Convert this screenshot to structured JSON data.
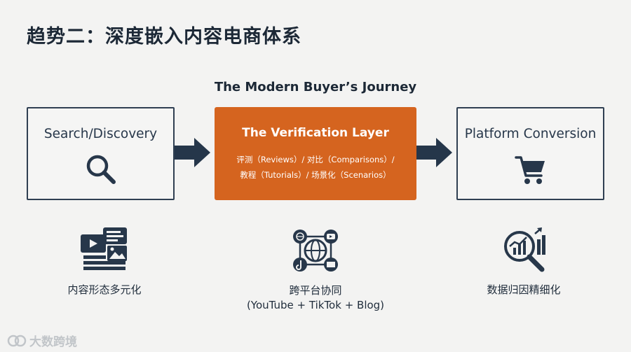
{
  "slide_title": "趋势二：深度嵌入内容电商体系",
  "journey_title": "The Modern Buyer’s Journey",
  "steps": {
    "left": {
      "label": "Search/Discovery",
      "icon": "magnifier-icon"
    },
    "center": {
      "title": "The Verification Layer",
      "line1": "评测（Reviews）/ 对比（Comparisons）/",
      "line2": "教程（Tutorials）/ 场景化（Scenarios）"
    },
    "right": {
      "label": "Platform Conversion",
      "icon": "shopping-cart-icon"
    }
  },
  "features": [
    {
      "label": "内容形态多元化",
      "icon": "media-collage-icon"
    },
    {
      "label": "跨平台协同",
      "sublabel": "(YouTube + TikTok + Blog)",
      "icon": "platform-network-icon"
    },
    {
      "label": "数据归因精细化",
      "icon": "data-analytics-icon"
    }
  ],
  "watermark": {
    "text": "大数跨境",
    "icon": "brand-logo-icon"
  },
  "colors": {
    "background": "#f3f3f2",
    "navy": "#2f3f52",
    "accent_orange": "#d5641f"
  }
}
